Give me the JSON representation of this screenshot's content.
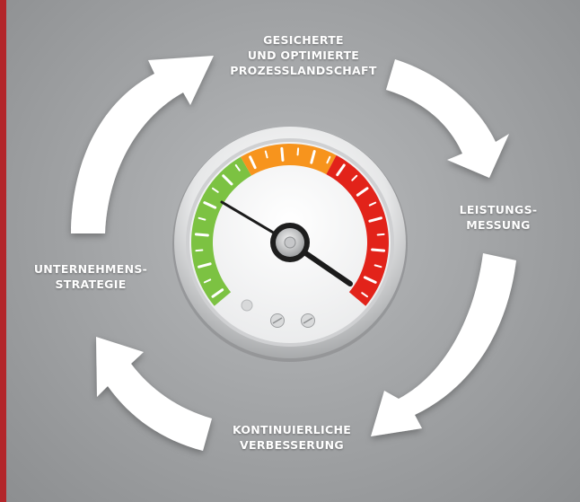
{
  "steps": {
    "top": "GESICHERTE\nUND OPTIMIERTE\nPROZESSLANDSCHAFT",
    "right": "LEISTUNGS-\nMESSUNG",
    "bottom": "KONTINUIERLICHE\nVERBESSERUNG",
    "left": "UNTERNEHMENS-\nSTRATEGIE"
  },
  "gauge": {
    "zones": [
      {
        "name": "green",
        "color": "#7cc242"
      },
      {
        "name": "orange",
        "color": "#f7941d"
      },
      {
        "name": "red",
        "color": "#e2231a"
      }
    ]
  },
  "colors": {
    "stripe": "#b3252a",
    "arrows": "#ffffff"
  }
}
